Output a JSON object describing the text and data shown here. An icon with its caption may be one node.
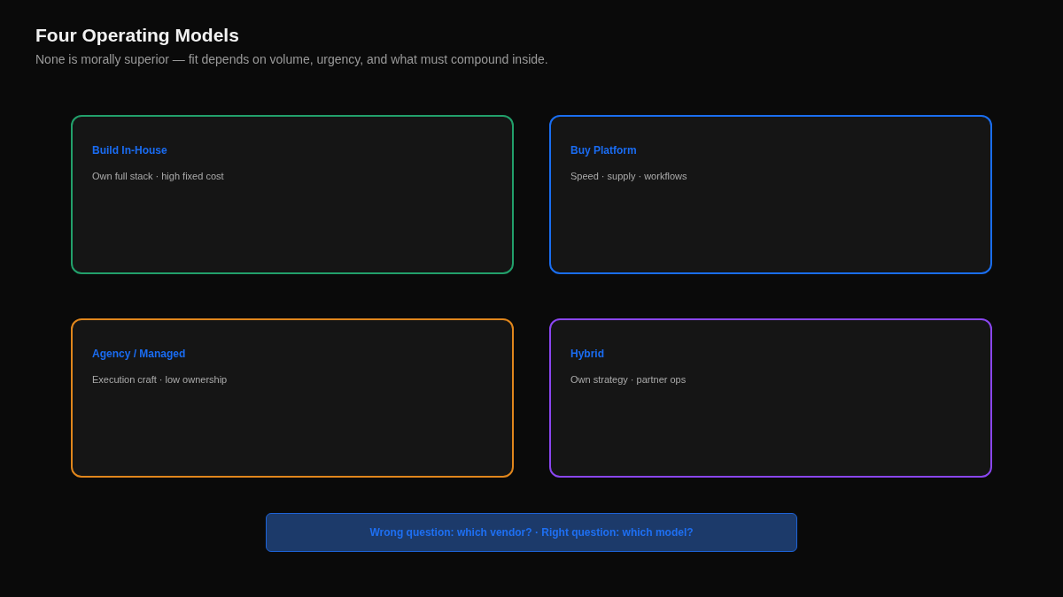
{
  "diagram": {
    "title": "Four Operating Models",
    "nodes": [
      {
        "text": [
          "Build In-House",
          "Own full stack · high fixed cost"
        ]
      },
      {
        "text": [
          "Buy Platform",
          "Speed · supply · workflows"
        ]
      },
      {
        "text": [
          "Agency / Managed",
          "Execution craft · low ownership"
        ]
      },
      {
        "text": [
          "Hybrid",
          "Own strategy · partner ops"
        ]
      },
      {
        "text": [
          "Wrong question: which vendor? · Right question: which model?"
        ]
      }
    ],
    "labels": [
      "None is morally superior — fit depends on volume, urgency, and what must compound inside."
    ]
  }
}
